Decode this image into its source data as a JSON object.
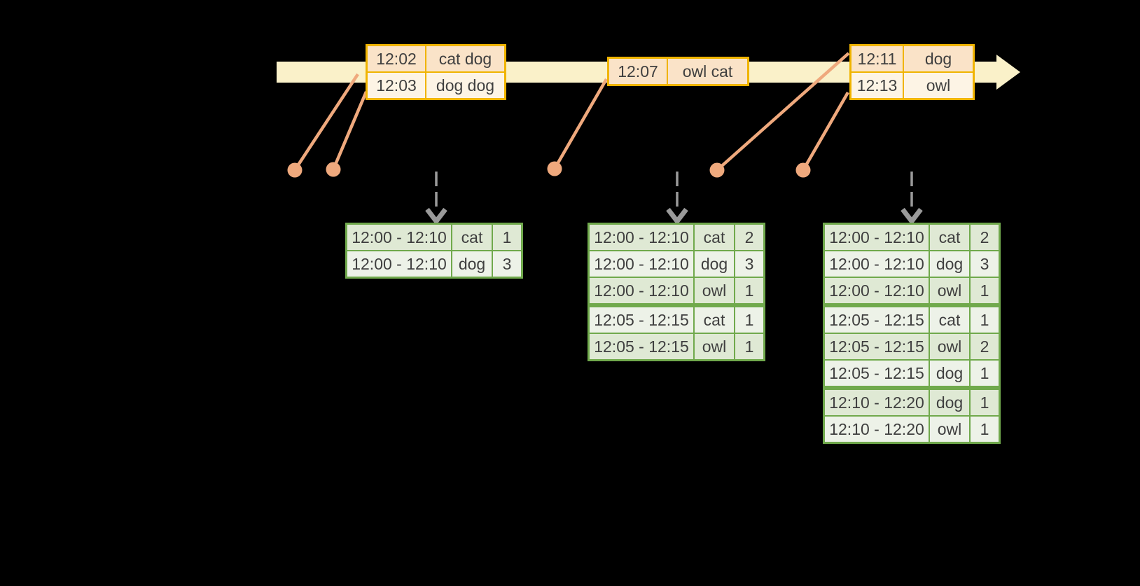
{
  "colors": {
    "background": "#000000",
    "timeline": "#faf1c9",
    "event_border": "#f0b400",
    "event_row_peach": "#fae3c8",
    "event_row_cream": "#fdf4e5",
    "connector": "#efa97d",
    "dashed_arrow": "#9a9a9a",
    "result_border": "#70a94c",
    "result_row_dark": "#dfe9d4",
    "result_row_light": "#edf2e8",
    "text": "#3f3f3f"
  },
  "event_boxes": [
    {
      "rows": [
        {
          "time": "12:02",
          "words": "cat dog"
        },
        {
          "time": "12:03",
          "words": "dog dog"
        }
      ]
    },
    {
      "rows": [
        {
          "time": "12:07",
          "words": "owl cat"
        }
      ]
    },
    {
      "rows": [
        {
          "time": "12:11",
          "words": "dog"
        },
        {
          "time": "12:13",
          "words": "owl"
        }
      ]
    }
  ],
  "result_tables": [
    {
      "rows": [
        {
          "window": "12:00 - 12:10",
          "word": "cat",
          "count": "1"
        },
        {
          "window": "12:00 - 12:10",
          "word": "dog",
          "count": "3"
        }
      ]
    },
    {
      "rows": [
        {
          "window": "12:00 - 12:10",
          "word": "cat",
          "count": "2"
        },
        {
          "window": "12:00 - 12:10",
          "word": "dog",
          "count": "3"
        },
        {
          "window": "12:00 - 12:10",
          "word": "owl",
          "count": "1"
        },
        {
          "window": "12:05 - 12:15",
          "word": "cat",
          "count": "1"
        },
        {
          "window": "12:05 - 12:15",
          "word": "owl",
          "count": "1"
        }
      ]
    },
    {
      "rows": [
        {
          "window": "12:00 - 12:10",
          "word": "cat",
          "count": "2"
        },
        {
          "window": "12:00 - 12:10",
          "word": "dog",
          "count": "3"
        },
        {
          "window": "12:00 - 12:10",
          "word": "owl",
          "count": "1"
        },
        {
          "window": "12:05 - 12:15",
          "word": "cat",
          "count": "1"
        },
        {
          "window": "12:05 - 12:15",
          "word": "owl",
          "count": "2"
        },
        {
          "window": "12:05 - 12:15",
          "word": "dog",
          "count": "1"
        },
        {
          "window": "12:10 - 12:20",
          "word": "dog",
          "count": "1"
        },
        {
          "window": "12:10 - 12:20",
          "word": "owl",
          "count": "1"
        }
      ]
    }
  ]
}
